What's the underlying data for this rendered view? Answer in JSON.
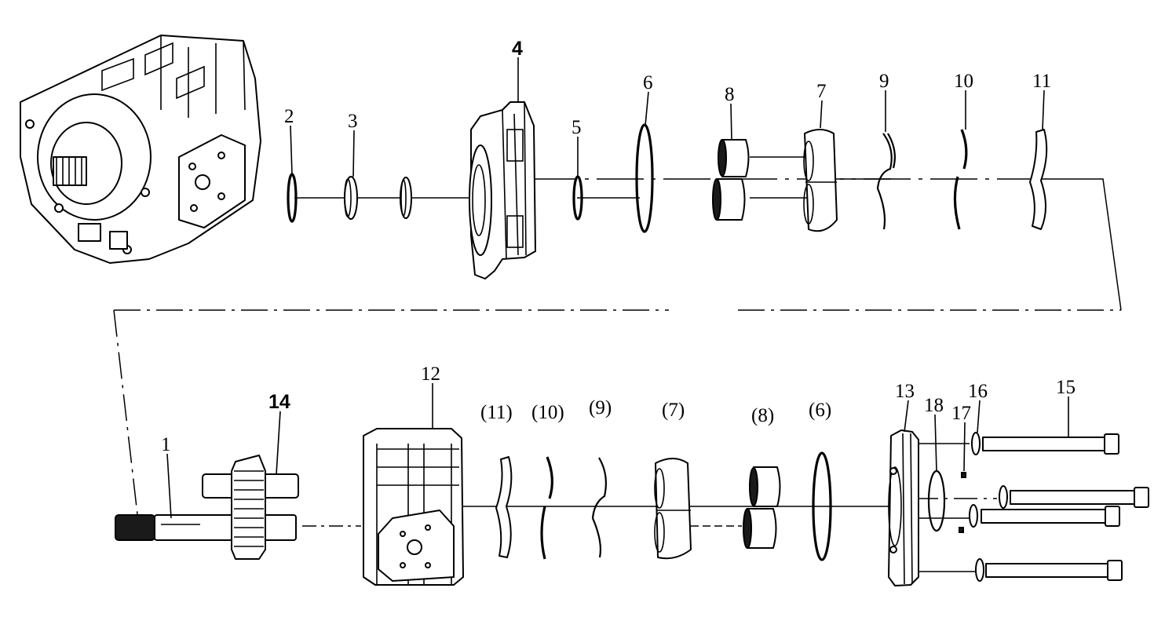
{
  "diagram": {
    "labels": {
      "n1": "1",
      "n2": "2",
      "n3": "3",
      "n4": "4",
      "n5": "5",
      "n6": "6",
      "n7": "7",
      "n8": "8",
      "n9": "9",
      "n10": "10",
      "n11": "11",
      "n12": "12",
      "n13": "13",
      "n14": "14",
      "n15": "15",
      "n16": "16",
      "n17": "17",
      "n18": "18",
      "p11": "(11)",
      "p10": "(10)",
      "p9": "(9)",
      "p7": "(7)",
      "p8": "(8)",
      "p6": "(6)"
    }
  }
}
